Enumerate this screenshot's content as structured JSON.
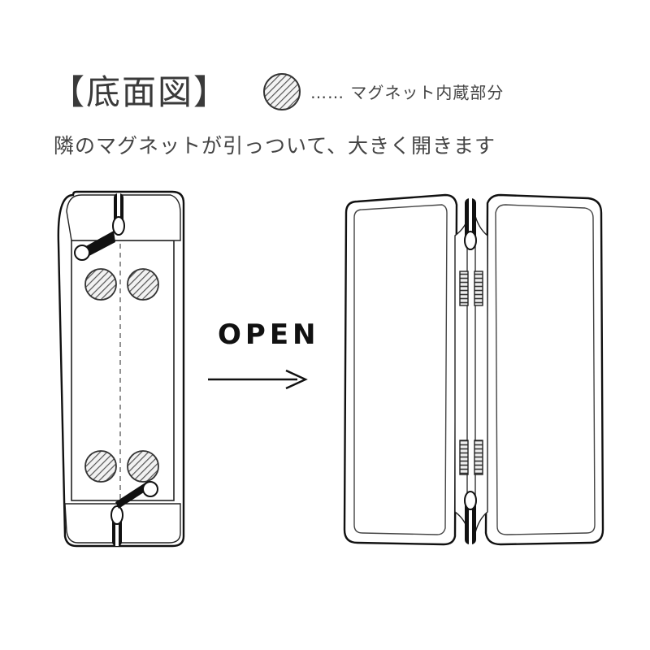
{
  "header": {
    "title": "【底面図】",
    "legend_text": "…… マグネット内蔵部分",
    "legend_icon": "hatched-magnet-circle"
  },
  "description": "隣のマグネットが引っついて、大きく開きます",
  "arrow": {
    "label": "OPEN"
  },
  "colors": {
    "outline": "#111111",
    "hatch": "#555555",
    "inner_line": "#888888"
  }
}
